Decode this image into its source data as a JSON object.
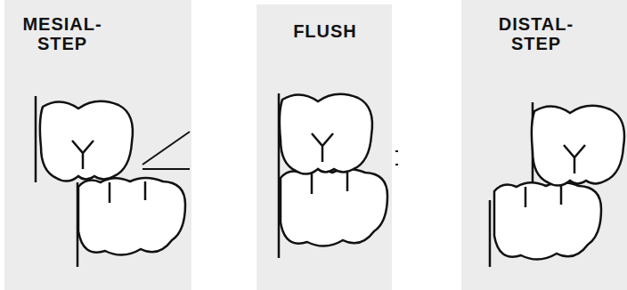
{
  "diagram": {
    "labels": [
      "MESIAL- STEP",
      "FLUSH",
      "DISTAL- STEP"
    ]
  }
}
